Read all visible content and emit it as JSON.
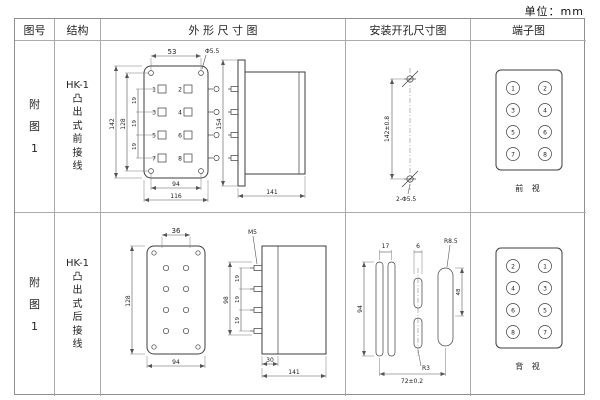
{
  "unit_label": "单位：mm",
  "headers": {
    "figure": "图号",
    "structure": "结构",
    "outline": "外 形 尺 寸 图",
    "install": "安装开孔尺寸图",
    "terminal": "端子图"
  },
  "row1": {
    "figure": "附\n图\n1",
    "structure": "HK-1\n凸\n出\n式\n前\n接\n线",
    "outline": {
      "terminals": [
        "1",
        "2",
        "3",
        "4",
        "5",
        "6",
        "7",
        "8"
      ],
      "dims": {
        "top_width": "53",
        "hole_dia": "Φ5.5",
        "height_overall": "142",
        "height_holes": "128",
        "pitch1": "19",
        "pitch2": "19",
        "pitch3": "19",
        "bottom_width1": "94",
        "bottom_width2": "116",
        "side_height": "154",
        "side_depth": "141"
      }
    },
    "install": {
      "hole_spacing": "142±0.8",
      "holes": "2-Φ5.5"
    },
    "terminal": {
      "left": [
        "1",
        "3",
        "5",
        "7"
      ],
      "right": [
        "2",
        "4",
        "6",
        "8"
      ],
      "view": "前  视"
    }
  },
  "row2": {
    "figure": "附\n图\n1",
    "structure": "HK-1\n凸\n出\n式\n后\n接\n线",
    "outline": {
      "dims": {
        "top_width": "36",
        "height": "128",
        "bottom_width": "94",
        "screw": "M5",
        "side_height": "98",
        "pitch1": "19",
        "pitch2": "19",
        "pitch3": "19",
        "depth_small": "30",
        "side_depth": "141"
      }
    },
    "install": {
      "slot_spacing": "17",
      "slot_width": "6",
      "corner_radius": "R8.5",
      "height_left": "94",
      "height_right": "48",
      "small_radius": "R3",
      "width_overall": "72±0.2"
    },
    "terminal": {
      "left": [
        "2",
        "4",
        "6",
        "8"
      ],
      "right": [
        "1",
        "3",
        "5",
        "7"
      ],
      "view": "背  视"
    }
  }
}
